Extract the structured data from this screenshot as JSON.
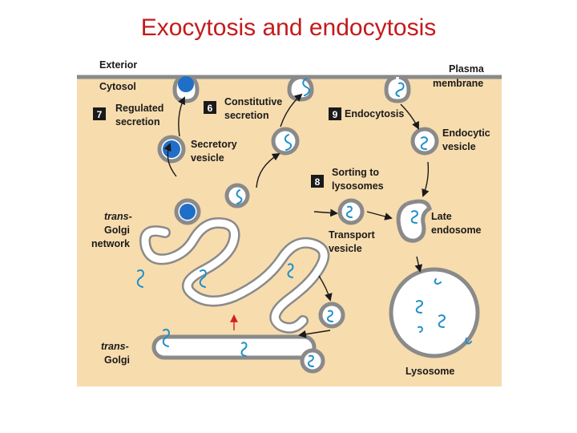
{
  "title": "Exocytosis and endocytosis",
  "labels": {
    "exterior": "Exterior",
    "cytosol": "Cytosol",
    "plasma_line1": "Plasma",
    "plasma_line2": "membrane",
    "regulated_line1": "Regulated",
    "regulated_line2": "secretion",
    "constitutive_line1": "Constitutive",
    "constitutive_line2": "secretion",
    "endocytosis": "Endocytosis",
    "endocytic_line1": "Endocytic",
    "endocytic_line2": "vesicle",
    "secretory_line1": "Secretory",
    "secretory_line2": "vesicle",
    "sorting_line1": "Sorting to",
    "sorting_line2": "lysosomes",
    "tgn_line1": "trans-",
    "tgn_line2": "Golgi",
    "tgn_line3": "network",
    "late_line1": "Late",
    "late_line2": "endosome",
    "transport_line1": "Transport",
    "transport_line2": "vesicle",
    "transgolgi_line1": "trans-",
    "transgolgi_line2": "Golgi",
    "lysosome": "Lysosome"
  },
  "steps": {
    "regulated": "7",
    "constitutive": "6",
    "endocytosis": "9",
    "sorting": "8"
  },
  "colors": {
    "title": "#c41a1a",
    "background": "#f7dcae",
    "membrane": "#8a8a8a",
    "cargo": "#1f8fc9",
    "step_box": "#1a1a1a"
  }
}
